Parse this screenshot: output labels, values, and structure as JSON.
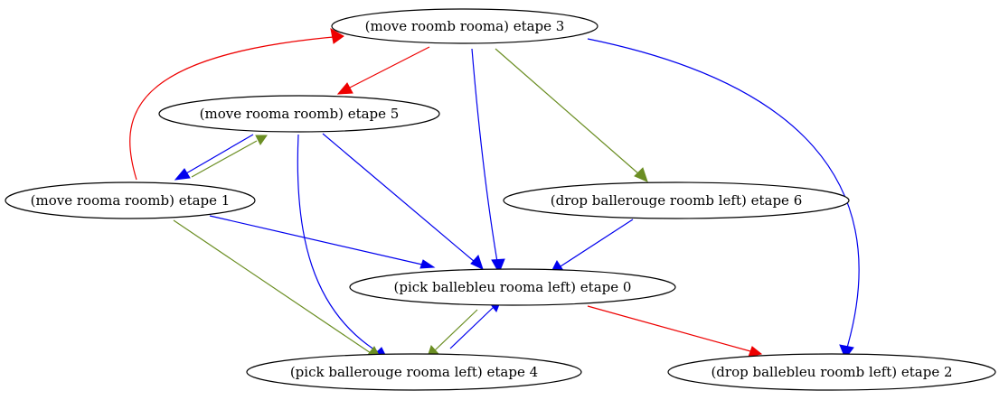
{
  "colors": {
    "red": "#ee0000",
    "blue": "#0000ee",
    "green": "#6b8e23",
    "node_stroke": "#000000",
    "background": "#ffffff"
  },
  "nodes": [
    {
      "id": "n3",
      "label": "(move roomb rooma) etape 3"
    },
    {
      "id": "n5",
      "label": "(move rooma roomb) etape 5"
    },
    {
      "id": "n1",
      "label": "(move rooma roomb) etape 1"
    },
    {
      "id": "n6",
      "label": "(drop ballerouge roomb left) etape 6"
    },
    {
      "id": "n0",
      "label": "(pick ballebleu rooma left) etape 0"
    },
    {
      "id": "n4",
      "label": "(pick ballerouge rooma left) etape 4"
    },
    {
      "id": "n2",
      "label": "(drop ballebleu roomb left) etape 2"
    }
  ],
  "edges": [
    {
      "id": "e1-3",
      "from": "n1",
      "to": "n3",
      "color": "red"
    },
    {
      "id": "e3-5",
      "from": "n3",
      "to": "n5",
      "color": "red"
    },
    {
      "id": "e3-0",
      "from": "n3",
      "to": "n0",
      "color": "blue"
    },
    {
      "id": "e3-6",
      "from": "n3",
      "to": "n6",
      "color": "green"
    },
    {
      "id": "e3-2",
      "from": "n3",
      "to": "n2",
      "color": "blue"
    },
    {
      "id": "e5-1",
      "from": "n5",
      "to": "n1",
      "color": "blue"
    },
    {
      "id": "e1-5",
      "from": "n1",
      "to": "n5",
      "color": "green"
    },
    {
      "id": "e5-0",
      "from": "n5",
      "to": "n0",
      "color": "blue"
    },
    {
      "id": "e5-4",
      "from": "n5",
      "to": "n4",
      "color": "blue"
    },
    {
      "id": "e1-0",
      "from": "n1",
      "to": "n0",
      "color": "blue"
    },
    {
      "id": "e1-4",
      "from": "n1",
      "to": "n4",
      "color": "green"
    },
    {
      "id": "e6-0",
      "from": "n6",
      "to": "n0",
      "color": "blue"
    },
    {
      "id": "e0-4",
      "from": "n0",
      "to": "n4",
      "color": "green"
    },
    {
      "id": "e4-0",
      "from": "n4",
      "to": "n0",
      "color": "blue"
    },
    {
      "id": "e0-2",
      "from": "n0",
      "to": "n2",
      "color": "red"
    }
  ]
}
